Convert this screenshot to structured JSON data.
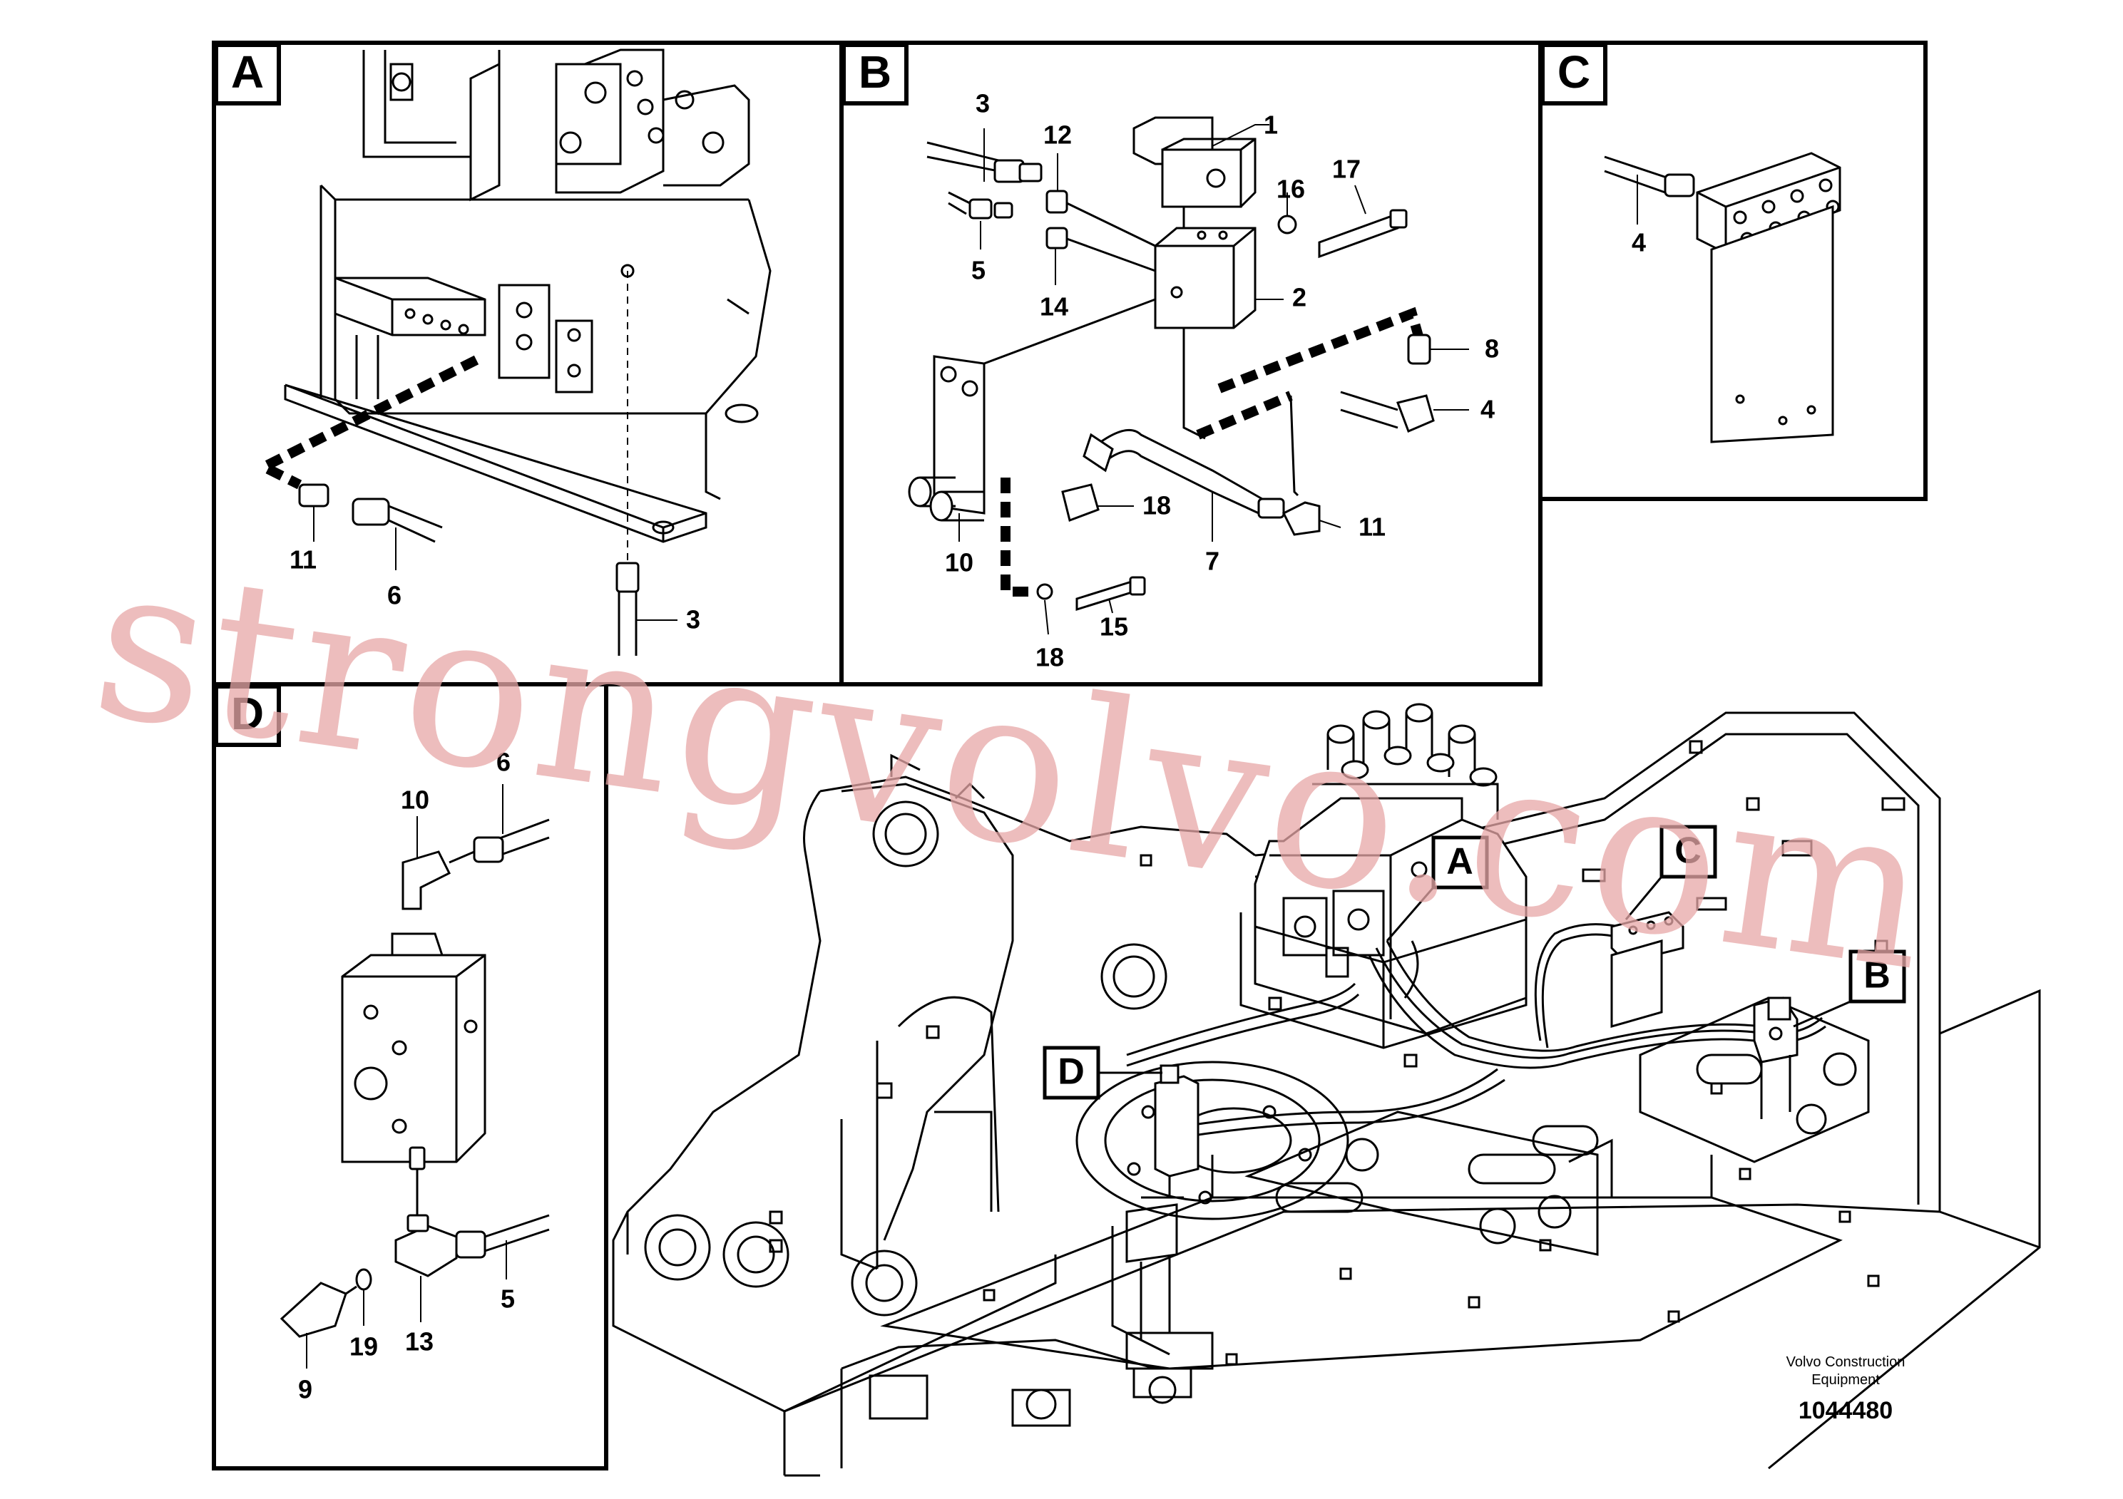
{
  "panels": {
    "A": {
      "label": "A",
      "callouts": [
        "11",
        "6",
        "3"
      ]
    },
    "B": {
      "label": "B",
      "callouts": [
        "1",
        "2",
        "3",
        "4",
        "5",
        "7",
        "8",
        "10",
        "11",
        "12",
        "14",
        "15",
        "16",
        "17",
        "18",
        "18"
      ]
    },
    "C": {
      "label": "C",
      "callouts": [
        "4"
      ]
    },
    "D": {
      "label": "D",
      "callouts": [
        "6",
        "10",
        "5",
        "13",
        "9",
        "19"
      ]
    }
  },
  "overview": {
    "flags": [
      "A",
      "B",
      "C",
      "D"
    ]
  },
  "watermark": "strongvolvo.com",
  "credit": {
    "line1": "Volvo Construction",
    "line2": "Equipment",
    "code": "1044480"
  }
}
